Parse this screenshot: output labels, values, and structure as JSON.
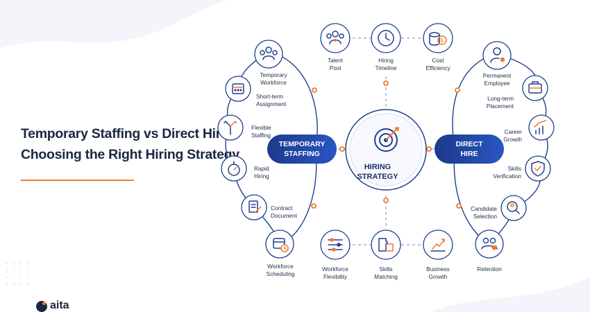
{
  "title": [
    "Temporary Staffing vs Direct Hire:",
    "Choosing the Right Hiring Strategy"
  ],
  "center": [
    "HIRING",
    "STRATEGY"
  ],
  "left_pill": [
    "TEMPORARY",
    "STAFFING"
  ],
  "right_pill": [
    "DIRECT",
    "HIRE"
  ],
  "logo": "aita",
  "top_nodes": [
    {
      "icon": "talent-pool-icon",
      "label": [
        "Talent",
        "Pool"
      ]
    },
    {
      "icon": "clock-icon",
      "label": [
        "Hiring",
        "Timeline"
      ]
    },
    {
      "icon": "coins-icon",
      "label": [
        "Cost",
        "Efficiency"
      ]
    }
  ],
  "bottom_nodes": [
    {
      "icon": "sliders-icon",
      "label": [
        "Workforce",
        "Flexibility"
      ]
    },
    {
      "icon": "puzzle-icon",
      "label": [
        "Skills",
        "Matching"
      ]
    },
    {
      "icon": "growth-chart-icon",
      "label": [
        "Business",
        "Growth"
      ]
    }
  ],
  "left_nodes": [
    {
      "icon": "team-icon",
      "label": [
        "Temporary",
        "Workforce"
      ]
    },
    {
      "icon": "calendar-icon",
      "label": [
        "Short-term",
        "Assignment"
      ]
    },
    {
      "icon": "direction-arrows-icon",
      "label": [
        "Flexible",
        "Staffing"
      ]
    },
    {
      "icon": "stopwatch-icon",
      "label": [
        "Rapid",
        "Hiring"
      ]
    },
    {
      "icon": "contract-icon",
      "label": [
        "Contract",
        "Document"
      ]
    },
    {
      "icon": "schedule-icon",
      "label": [
        "Workforce",
        "Scheduling"
      ]
    }
  ],
  "right_nodes": [
    {
      "icon": "employee-icon",
      "label": [
        "Permanent",
        "Employee"
      ]
    },
    {
      "icon": "briefcase-icon",
      "label": [
        "Long-term",
        "Placement"
      ]
    },
    {
      "icon": "career-chart-icon",
      "label": [
        "Career",
        "Growth"
      ]
    },
    {
      "icon": "shield-check-icon",
      "label": [
        "Skills",
        "Verification"
      ]
    },
    {
      "icon": "magnifier-user-icon",
      "label": [
        "Candidate",
        "Selection"
      ]
    },
    {
      "icon": "retention-icon",
      "label": [
        "Retention"
      ]
    }
  ],
  "colors": {
    "navy": "#1f3f8f",
    "orange": "#f07a2c",
    "light": "#eef2fb"
  }
}
